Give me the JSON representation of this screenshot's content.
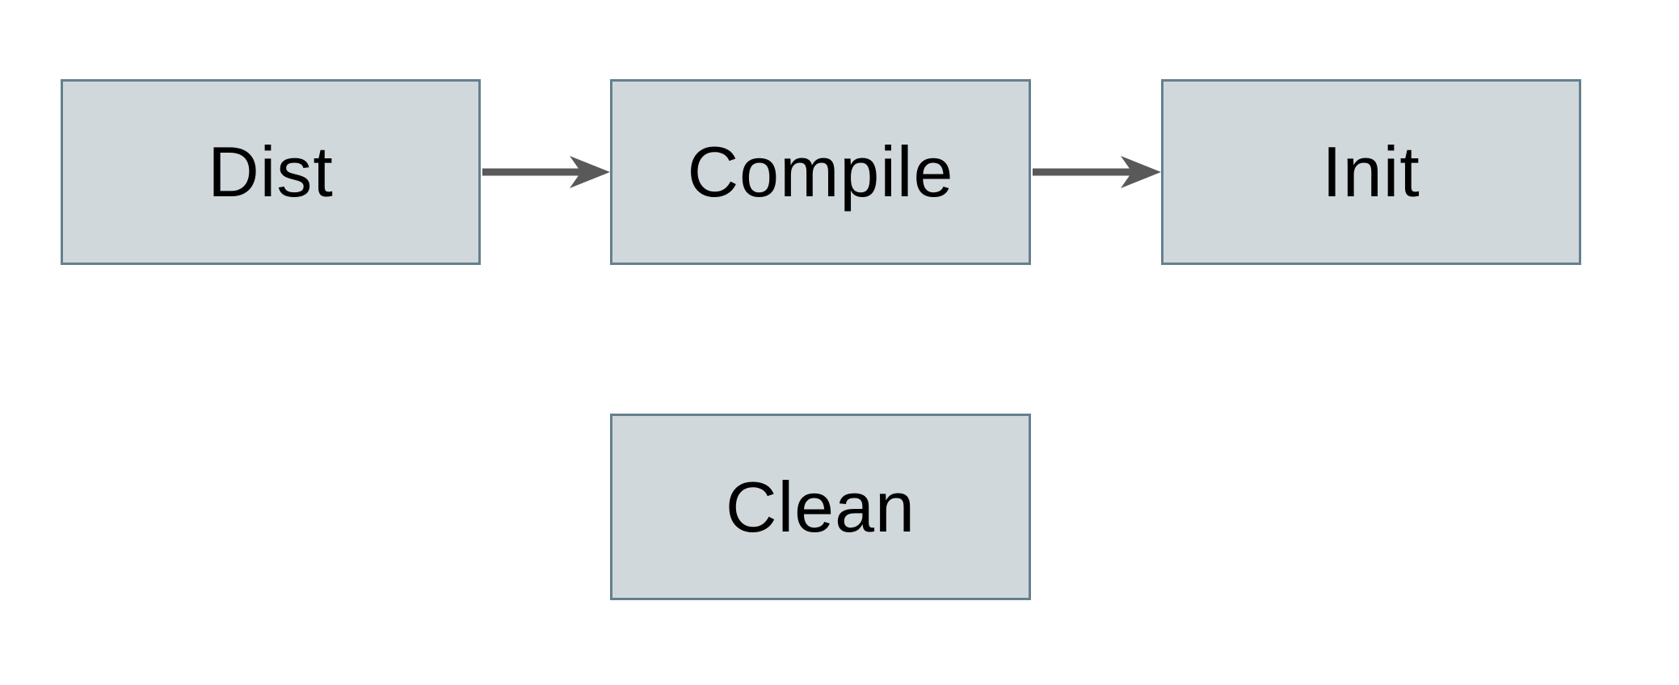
{
  "diagram": {
    "title": "",
    "nodes": [
      {
        "id": "dist",
        "label": "Dist"
      },
      {
        "id": "compile",
        "label": "Compile"
      },
      {
        "id": "init",
        "label": "Init"
      },
      {
        "id": "clean",
        "label": "Clean"
      }
    ],
    "edges": [
      {
        "from": "dist",
        "to": "compile",
        "style": "arrow-right"
      },
      {
        "from": "compile",
        "to": "init",
        "style": "arrow-right"
      }
    ],
    "colors": {
      "node_fill": "#d0d8db",
      "node_border": "#65808e",
      "arrow": "#595959",
      "text": "#000000",
      "background": "#ffffff"
    }
  }
}
